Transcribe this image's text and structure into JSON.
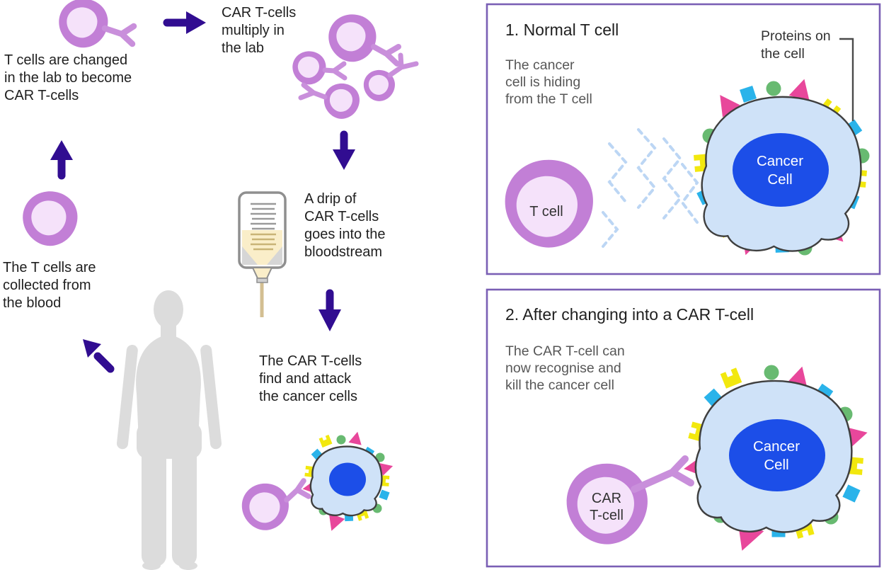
{
  "colors": {
    "ink": "#1f1f1f",
    "muted": "#575757",
    "arrow": "#310d91",
    "membrane": "#c27fd6",
    "cell-inner": "#f5e2fa",
    "receptor": "#c98fdb",
    "cancer-body": "#cfe2f8",
    "cancer-outline": "#3f3f3f",
    "nucleus": "#1c4ee8",
    "pink": "#e8479b",
    "blue": "#2ab3ea",
    "green": "#68ba71",
    "yellow": "#f2e80e",
    "panel-border": "#7a5fb5",
    "silhouette": "#dcdcdc",
    "drip-outline": "#8f8f8f",
    "drip-fluid": "#faeec9",
    "drip-tube": "#d3bf92",
    "signal": "#bcd6f4"
  },
  "cycle": {
    "step_changed": "T cells are changed\nin the lab to become\nCAR T-cells",
    "step_multiply": "CAR T-cells\nmultiply in\nthe lab",
    "step_drip": "A drip of\nCAR T-cells\ngoes into the\nbloodstream",
    "step_attack": "The CAR T-cells\nfind and attack\nthe cancer cells",
    "step_collected": "The T cells are\ncollected from\nthe blood"
  },
  "panels": [
    {
      "title": "1. Normal T cell",
      "description": "The cancer\ncell is hiding\nfrom the T cell",
      "callout": "Proteins on\nthe cell",
      "t_cell_label": "T cell",
      "cancer_cell_label": "Cancer\nCell"
    },
    {
      "title": "2. After changing into a CAR T-cell",
      "description": "The CAR T-cell can\nnow recognise and\nkill the cancer cell",
      "car_t_cell_label": "CAR\nT-cell",
      "cancer_cell_label": "Cancer\nCell"
    }
  ]
}
